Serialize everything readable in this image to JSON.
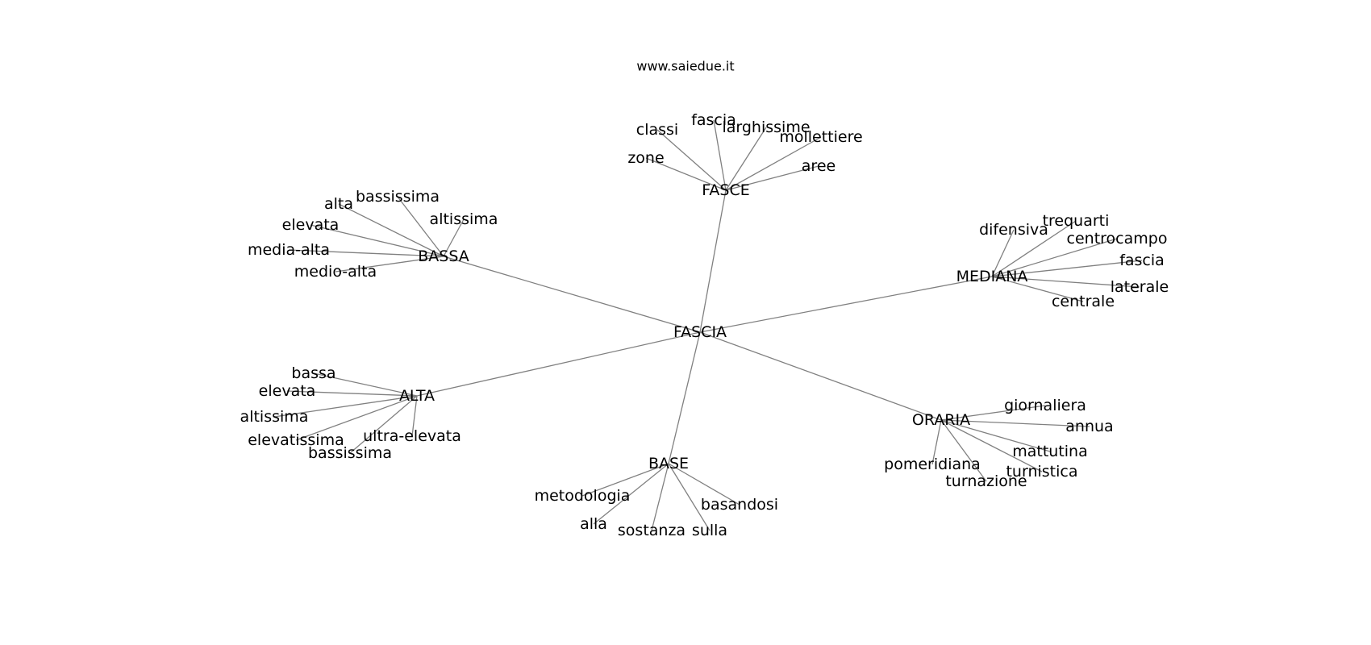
{
  "site_title": "www.saiedue.it",
  "graph": {
    "root": "FASCIA",
    "edge_color": "#808080",
    "label_color": "#000000",
    "branches": [
      {
        "label": "FASCE",
        "leaves": [
          "classi",
          "fascia",
          "larghissime",
          "mollettiere",
          "aree",
          "zone"
        ]
      },
      {
        "label": "BASSA",
        "leaves": [
          "bassissima",
          "alta",
          "altissima",
          "elevata",
          "media-alta",
          "medio-alta"
        ]
      },
      {
        "label": "MEDIANA",
        "leaves": [
          "trequarti",
          "difensiva",
          "centrocampo",
          "fascia",
          "laterale",
          "centrale"
        ]
      },
      {
        "label": "ALTA",
        "leaves": [
          "bassa",
          "elevata",
          "altissima",
          "elevatissima",
          "ultra-elevata",
          "bassissima"
        ]
      },
      {
        "label": "ORARIA",
        "leaves": [
          "giornaliera",
          "annua",
          "mattutina",
          "turnistica",
          "turnazione",
          "pomeridiana"
        ]
      },
      {
        "label": "BASE",
        "leaves": [
          "metodologia",
          "alla",
          "sostanza",
          "sulla",
          "basandosi"
        ]
      }
    ]
  }
}
